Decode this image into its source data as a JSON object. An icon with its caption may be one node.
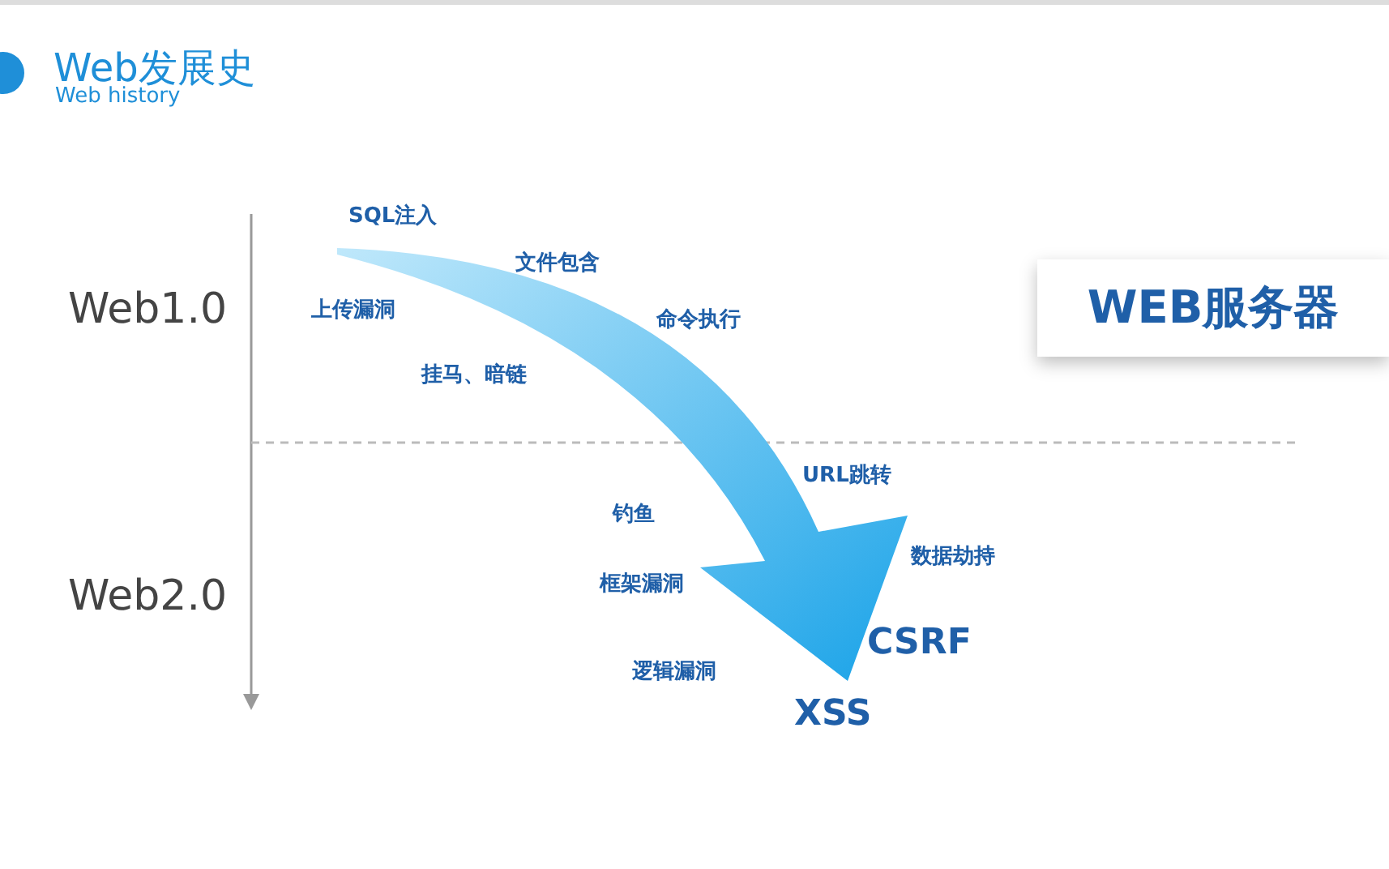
{
  "diagram": {
    "title": "Web发展史",
    "nodes": [
      {
        "text": [
          "WEB服务器"
        ]
      }
    ],
    "labels": [
      "Web history",
      "Web1.0",
      "SQL注入",
      "文件包含",
      "上传漏洞",
      "命令执行",
      "挂马、暗链",
      "URL跳转",
      "钓鱼",
      "数据劫持",
      "Web2.0",
      "框架漏洞",
      "CSRF",
      "逻辑漏洞",
      "XSS"
    ]
  }
}
